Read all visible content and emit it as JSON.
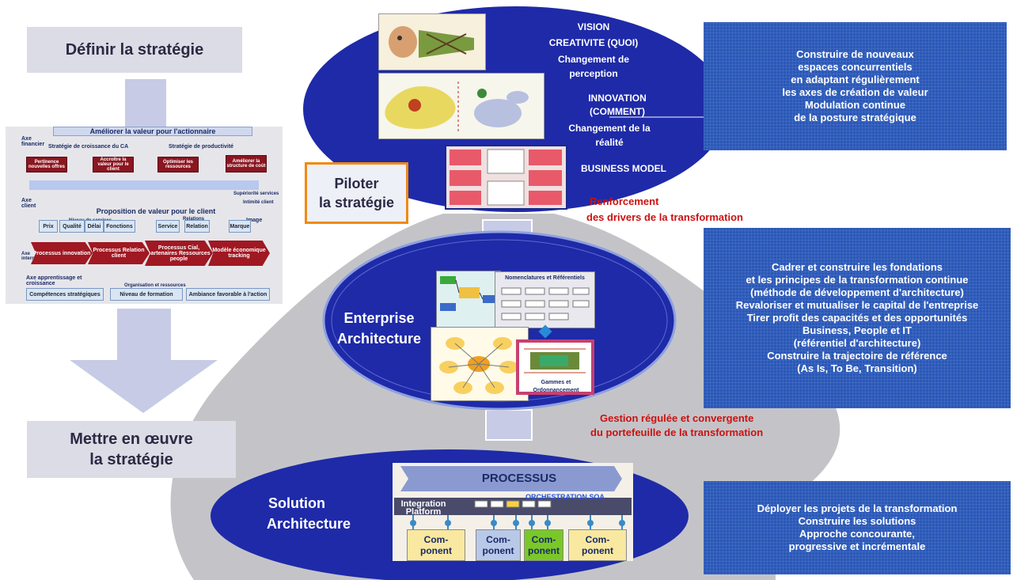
{
  "left": {
    "define": "Définir la stratégie",
    "implement_line1": "Mettre en œuvre",
    "implement_line2": "la stratégie",
    "scorecard": {
      "title": "Améliorer la valeur pour l'actionnaire",
      "axe_financier": "Axe financier",
      "growth": "Stratégie de croissance du CA",
      "productivity": "Stratégie de productivité",
      "fin_boxes": [
        "Pertinence nouvelles offres",
        "Accroître la valeur pour le client",
        "Optimiser les ressources",
        "Améliorer la structure de coût"
      ],
      "axe_client": "Axe client",
      "superiority": "Supériorité services",
      "intimacy": "Intimité client",
      "value_prop": "Proposition de valeur pour le client",
      "service_level": "Niveau de services",
      "relations": "Relations",
      "image": "Image",
      "client_items": [
        "Prix",
        "Qualité",
        "Délai",
        "Fonctions",
        "Service",
        "Relation",
        "Marque"
      ],
      "axe_interne": "Axe interne",
      "processes": [
        "Processus innovation",
        "Processus Relation client",
        "Processus Cial, partenaires Ressources people",
        "Modèle économique tracking"
      ],
      "axe_learning": "Axe apprentissage et croissance",
      "org": "Organisation et ressources",
      "learning_items": [
        "Compétences stratégiques",
        "Niveau de formation",
        "Ambiance favorable à l'action"
      ]
    }
  },
  "pilot_line1": "Piloter",
  "pilot_line2": "la stratégie",
  "vision": {
    "vision": "VISION",
    "creativite": "CREATIVITE (QUOI)",
    "perception1": "Changement de",
    "perception2": "perception",
    "innovation1": "INNOVATION",
    "innovation2": "(COMMENT)",
    "reality1": "Changement de la",
    "reality2": "réalité",
    "business_model": "BUSINESS MODEL"
  },
  "red_labels": {
    "reinforce1": "Renforcement",
    "reinforce2": "des drivers de la transformation",
    "gestion1": "Gestion régulée et convergente",
    "gestion2": "du portefeuille de la transformation"
  },
  "ea": {
    "title1": "Enterprise",
    "title2": "Architecture",
    "nomenclatures": "Nomenclatures et Référentiels",
    "gammes1": "Gammes et",
    "gammes2": "Ordonnancement"
  },
  "sa": {
    "title1": "Solution",
    "title2": "Architecture",
    "processus": "PROCESSUS",
    "orchestration": "ORCHESTRATION SOA",
    "integration1": "Integration",
    "integration2": "Platform",
    "components": [
      "Com-\nponent",
      "Com-\nponent",
      "Com-\nponent",
      "Com-\nponent"
    ]
  },
  "right_boxes": {
    "box1": [
      "Construire de nouveaux",
      "espaces concurrentiels",
      "en adaptant régulièrement",
      "les axes de création de valeur",
      "Modulation continue",
      "de la posture stratégique"
    ],
    "box2": [
      "Cadrer et construire les fondations",
      "et les  principes de la transformation continue",
      "(méthode de développement d'architecture)",
      "Revaloriser et mutualiser le capital de l'entreprise",
      "Tirer profit des capacités et des opportunités",
      "Business, People et IT",
      "(référentiel d'architecture)",
      "Construire la trajectoire de référence",
      "(As Is, To Be, Transition)"
    ],
    "box3": [
      "Déployer les projets de la transformation",
      "Construire les solutions",
      "Approche concourante,",
      "progressive et incrémentale"
    ]
  },
  "colors": {
    "dark_blue": "#1e2aa8",
    "box_blue": "#2a58b8",
    "red": "#cc1111",
    "grey": "#c4c4c8"
  }
}
